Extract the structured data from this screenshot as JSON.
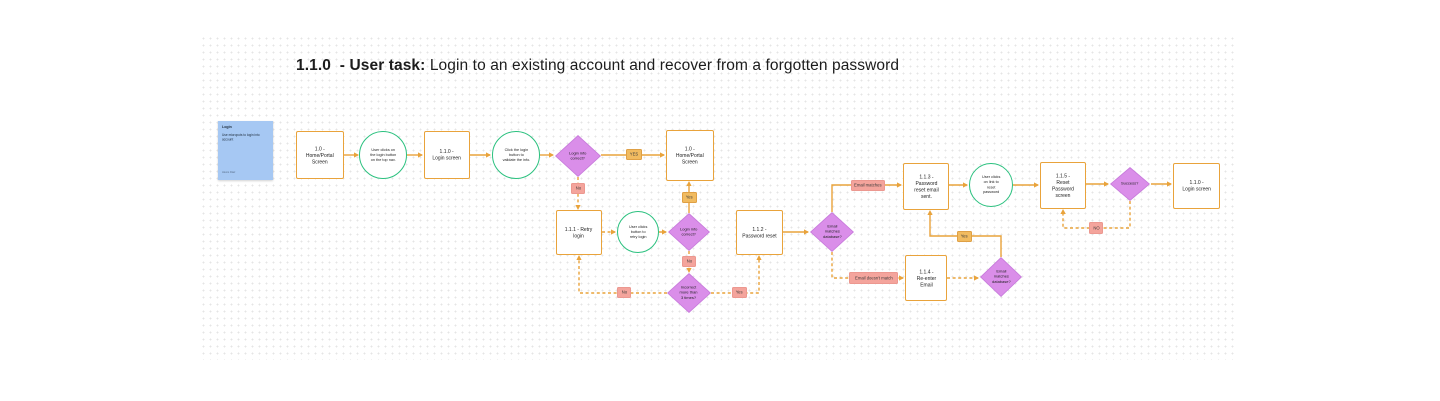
{
  "title": {
    "prefix": "1.1.0  - User task: ",
    "rest": "Login to an existing account and recover from a forgotten password"
  },
  "sticky": {
    "title": "Login",
    "body": "Use microputs to login into\naccount",
    "author": "Alexis Diaz"
  },
  "boxes": {
    "home_portal_1": "1.0 -\nHome/Portal\nScreen",
    "login_screen_1": "1.1.0 -\nLogin screen",
    "home_portal_2": "1.0 -\nHome/Portal\nScreen",
    "retry_login": "1.1.1 - Retry\nlogin",
    "password_reset": "1.1.2 -\nPassword reset",
    "reset_email_sent": "1.1.3 -\nPassword\nreset email\nsent.",
    "reset_password_screen": "1.1.5 -\nReset\nPassword\nscreen",
    "login_screen_2": "1.1.0 -\nLogin screen",
    "reenter_email": "1.1.4 -\nRe-enter\nEmail"
  },
  "circles": {
    "clicks_login_nav": "User clicks on\nthe login button\non the top nav.",
    "click_validate": "Click the login\nbutton to\nvalidate the info.",
    "retry_login": "User clicks\nbutton to\nretry login",
    "click_reset_link": "User clicks\non link to\nreset\npassword"
  },
  "diamonds": {
    "login_info_1": "Login info\ncorrect?",
    "login_info_2": "Login info\ncorrect?",
    "incorrect_3x": "Incorrect\nmore than\n3 times?",
    "email_matches_1": "Email\nmatches\ndatabase?",
    "success": "Success?",
    "email_matches_2": "Email\nmatches\ndatabase?"
  },
  "edge_labels": {
    "yes_caps": "YES",
    "no_after_login_check": "No",
    "yes_retry_correct": "Yes",
    "no_retry_incorrect": "No",
    "no_under_3_times": "No",
    "yes_over_3_times": "Yes",
    "email_matches": "Email matches",
    "email_doesnt_match": "Email doesn't match",
    "yes_email_matches_2": "Yes",
    "no_caps": "NO"
  },
  "colors": {
    "box_border": "#e9a33b",
    "circle_border": "#2bc17f",
    "diamond_fill": "#da8ee9",
    "connector": "#e9a33b",
    "label_yes": "#f1bb60",
    "label_no": "#f4a49c",
    "sticky_blue": "#a6c8f3",
    "grid_dot": "#e5e5e5"
  }
}
